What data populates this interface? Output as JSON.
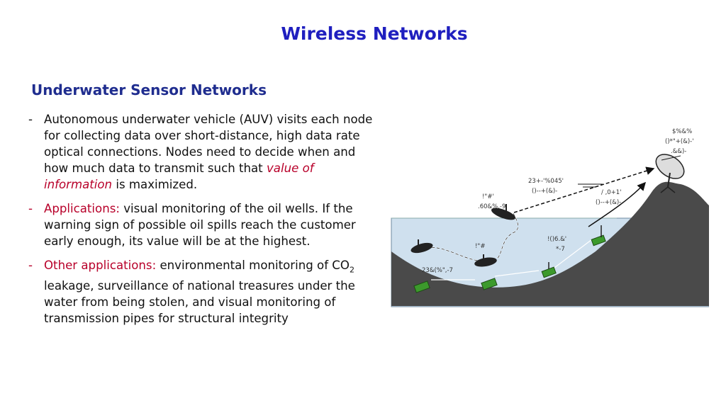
{
  "title": "Wireless Networks",
  "subtitle": "Underwater Sensor Networks",
  "bullets": [
    {
      "dash": "-",
      "pre": "Autonomous underwater vehicle (AUV) visits each node for collecting data over short-distance, high data rate optical connections. Nodes need to decide when and how much data to transmit such that ",
      "highlight": "value of information",
      "post": " is maximized."
    },
    {
      "dash": "-",
      "highlight": "Applications:",
      "text": " visual monitoring of the oil wells. If the warning sign of possible oil spills reach the customer early enough, its value will be at the highest."
    },
    {
      "dash": "-",
      "highlight": "Other applications:",
      "text_a": " environmental monitoring of CO",
      "sub": "2",
      "text_b": " leakage, surveillance of national treasures under the water from being stolen, and visual monitoring of transmission pipes for structural integrity"
    }
  ],
  "figure_labels": {
    "station_1": "$%&%",
    "station_2": "()*\"+(&)-'",
    "station_3": ".&&)-",
    "link_1": "23+-'%045'",
    "link_2": "()--+(&)-",
    "surface_1": "!\"#'",
    "surface_2": ".60&%,-9",
    "rf_1": "/ ,0+1'",
    "rf_2": "()--+(&)-",
    "auv_1": "!\"#",
    "sensor_1": "23&(%\",-7",
    "sensor_2a": "!()6.&'",
    "sensor_2b": "*-7"
  }
}
